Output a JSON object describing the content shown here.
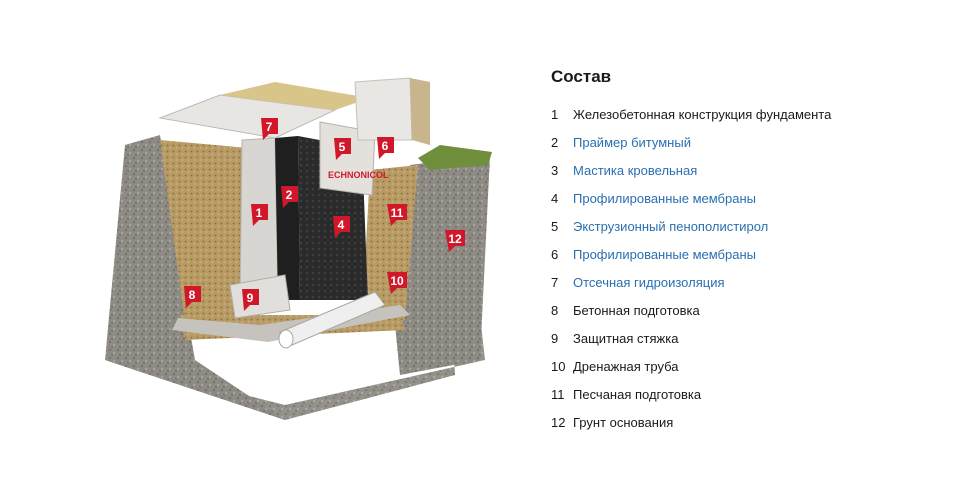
{
  "colors": {
    "link": "#2a6fb0",
    "text": "#1a1a1a",
    "marker": "#d1182b",
    "soil": "#8e8a84",
    "sand": "#b79a64",
    "concrete": "#d8d6d2",
    "membrane": "#2a2a2a",
    "grass": "#6f8f3c"
  },
  "illustration": {
    "brand_text": "ECHNONICOL",
    "markers": [
      "1",
      "2",
      "4",
      "5",
      "6",
      "7",
      "8",
      "9",
      "10",
      "11",
      "12"
    ]
  },
  "legend": {
    "title": "Состав",
    "items": [
      {
        "num": "1",
        "text": "Железобетонная конструкция фундамента",
        "link": false
      },
      {
        "num": "2",
        "text": "Праймер битумный",
        "link": true
      },
      {
        "num": "3",
        "text": "Мастика кровельная",
        "link": true
      },
      {
        "num": "4",
        "text": "Профилированные мембраны",
        "link": true
      },
      {
        "num": "5",
        "text": "Экструзионный пенополистирол",
        "link": true
      },
      {
        "num": "6",
        "text": "Профилированные мембраны",
        "link": true
      },
      {
        "num": "7",
        "text": "Отсечная гидроизоляция",
        "link": true
      },
      {
        "num": "8",
        "text": "Бетонная подготовка",
        "link": false
      },
      {
        "num": "9",
        "text": "Защитная стяжка",
        "link": false
      },
      {
        "num": "10",
        "text": "Дренажная труба",
        "link": false
      },
      {
        "num": "11",
        "text": "Песчаная подготовка",
        "link": false
      },
      {
        "num": "12",
        "text": "Грунт основания",
        "link": false
      }
    ]
  }
}
